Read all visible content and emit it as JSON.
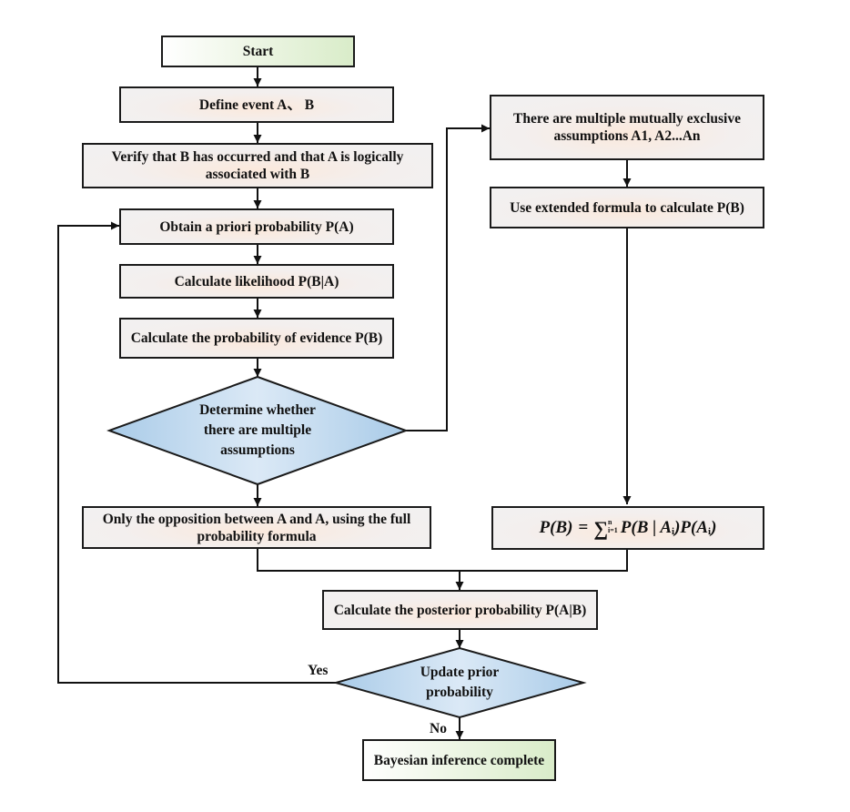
{
  "nodes": {
    "start": "Start",
    "define": "Define event A、 B",
    "verify": "Verify that B has occurred and that A is logically associated with B",
    "obtain": "Obtain a priori probability P(A)",
    "likelihood": "Calculate likelihood P(B|A)",
    "evidence": "Calculate the probability of evidence P(B)",
    "determine": "Determine whether there are multiple assumptions",
    "multiple": "There are multiple mutually exclusive assumptions A1, A2...An",
    "extended": "Use extended formula to calculate P(B)",
    "opposition": "Only the opposition between A and A, using the full probability formula",
    "posterior": "Calculate the posterior probability P(A|B)",
    "update": "Update prior probability",
    "complete": "Bayesian inference complete"
  },
  "formula": {
    "lhs": "P(B)",
    "equals": "=",
    "sigma": "∑",
    "upper": "n",
    "lower": "i=1",
    "term1": "P(B | A",
    "sub1": "i",
    "term2": ")P(A",
    "sub2": "i",
    "term3": ")"
  },
  "labels": {
    "yes": "Yes",
    "no": "No"
  }
}
